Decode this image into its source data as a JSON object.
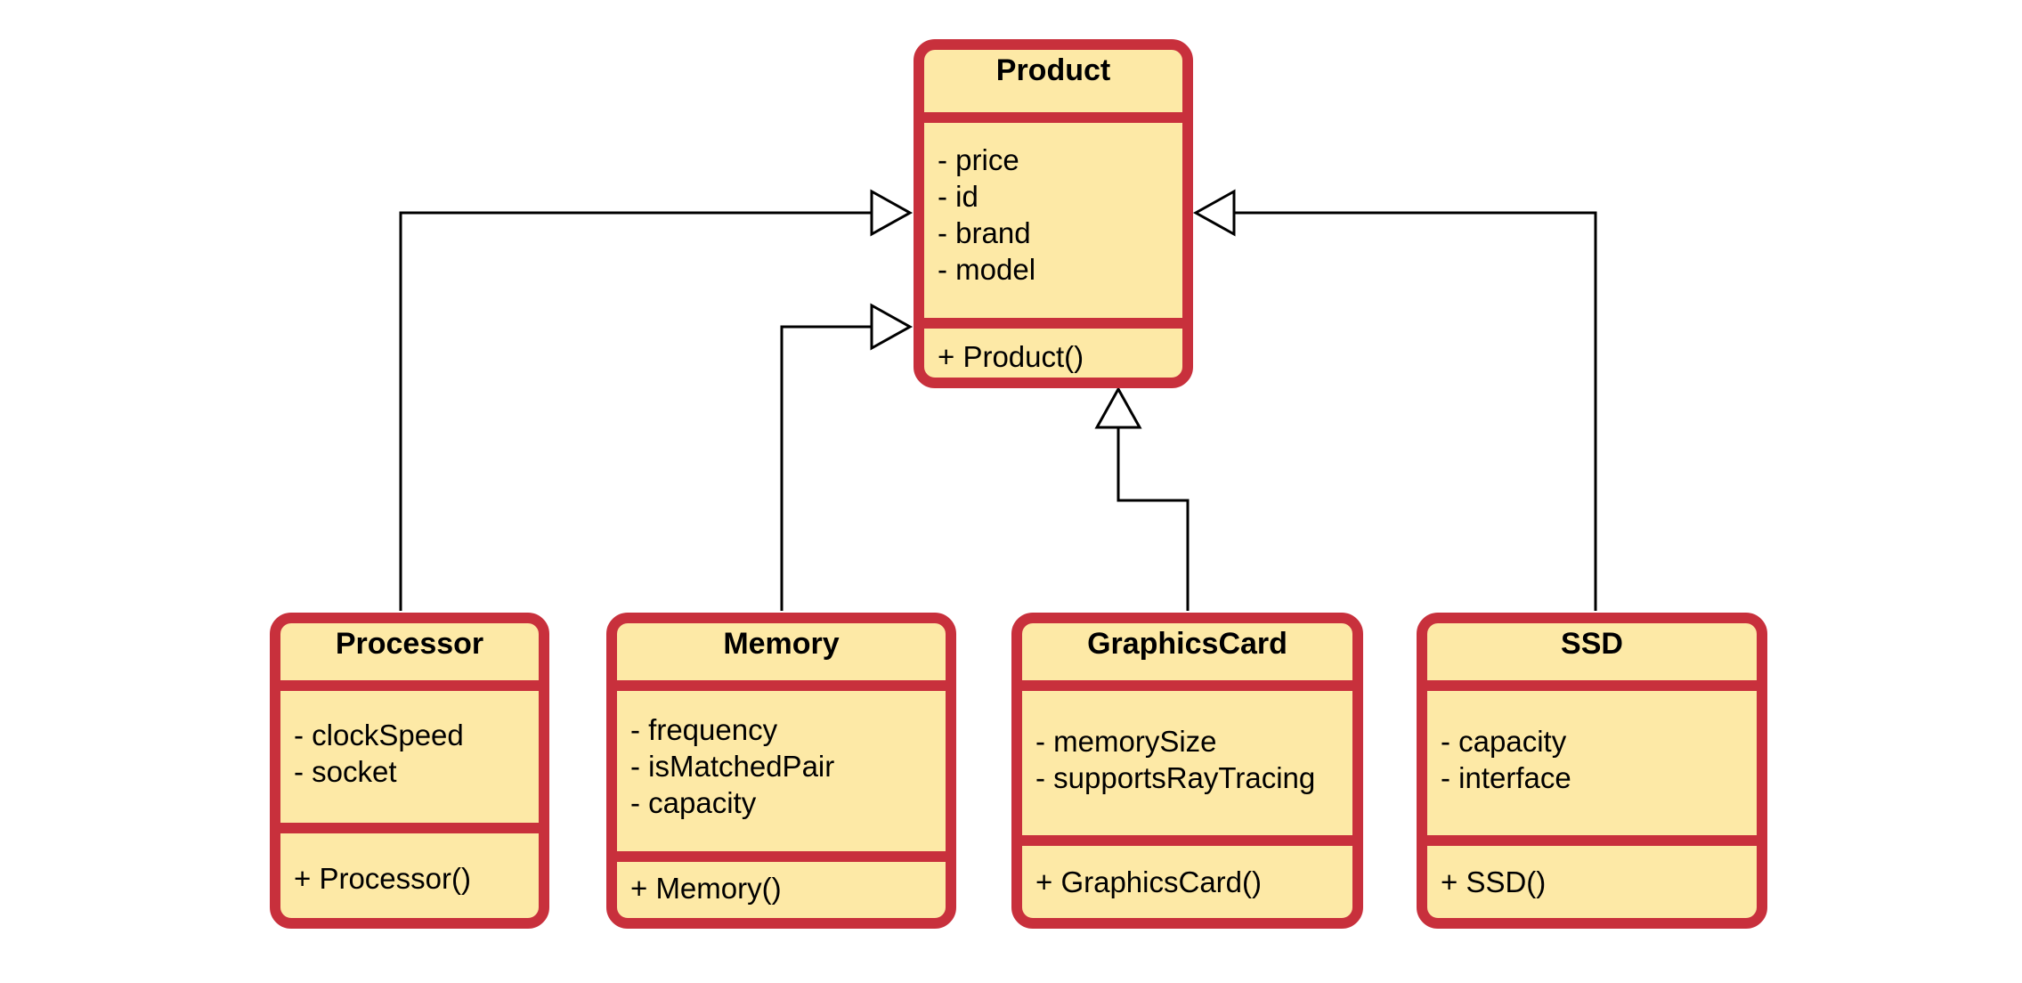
{
  "colors": {
    "border": "#c8303c",
    "fill": "#fde9a6",
    "text": "#000000",
    "connector": "#000000",
    "background": "#ffffff"
  },
  "relationship": "generalization",
  "classes": {
    "product": {
      "name": "Product",
      "attributes": [
        "- price",
        "- id",
        "- brand",
        "- model"
      ],
      "methods": [
        "+ Product()"
      ]
    },
    "processor": {
      "name": "Processor",
      "attributes": [
        "- clockSpeed",
        "- socket"
      ],
      "methods": [
        "+ Processor()"
      ]
    },
    "memory": {
      "name": "Memory",
      "attributes": [
        "- frequency",
        "- isMatchedPair",
        "- capacity"
      ],
      "methods": [
        "+ Memory()"
      ]
    },
    "graphics_card": {
      "name": "GraphicsCard",
      "attributes": [
        "- memorySize",
        "- supportsRayTracing"
      ],
      "methods": [
        "+ GraphicsCard()"
      ]
    },
    "ssd": {
      "name": "SSD",
      "attributes": [
        "- capacity",
        "- interface"
      ],
      "methods": [
        "+ SSD()"
      ]
    }
  }
}
